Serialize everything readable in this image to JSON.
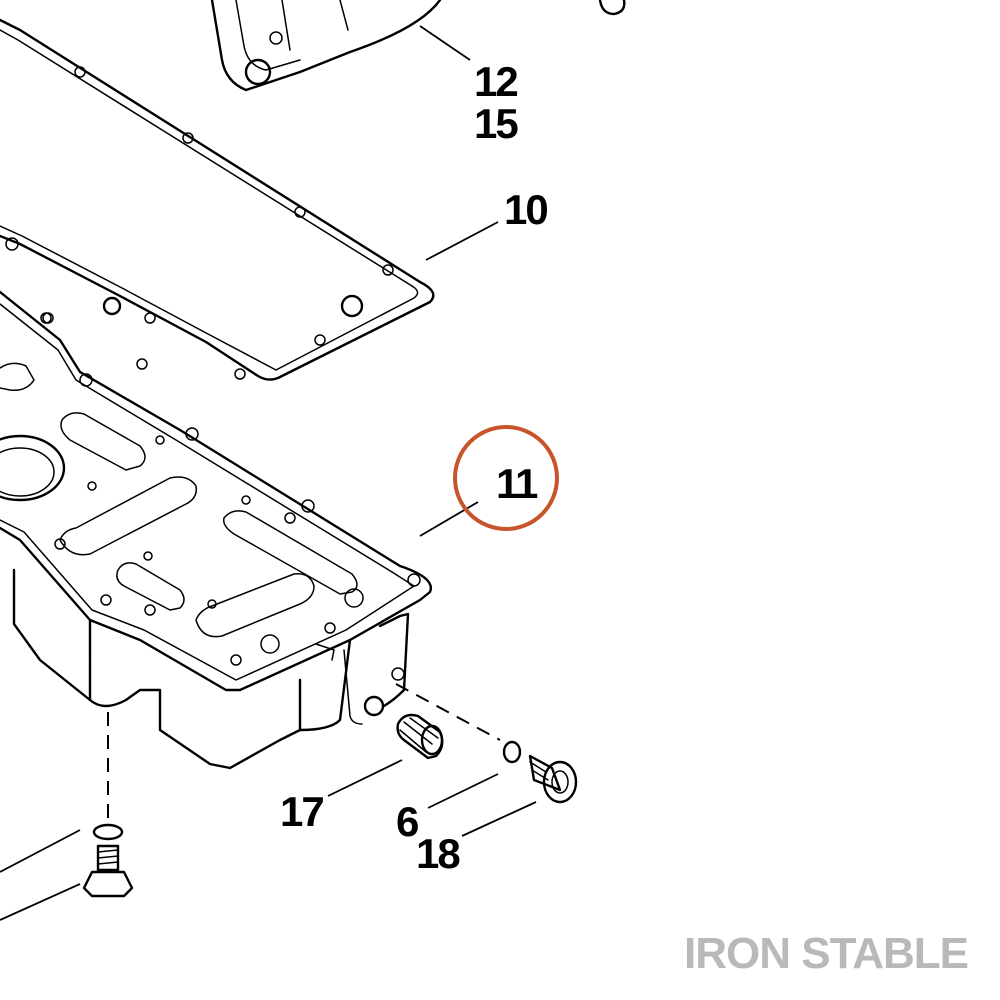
{
  "diagram": {
    "callouts": [
      {
        "id": "c12",
        "text": "12"
      },
      {
        "id": "c15",
        "text": "15"
      },
      {
        "id": "c10",
        "text": "10"
      },
      {
        "id": "c11",
        "text": "11"
      },
      {
        "id": "c17",
        "text": "17"
      },
      {
        "id": "c6",
        "text": "6"
      },
      {
        "id": "c18",
        "text": "18"
      }
    ],
    "highlighted_callout": "11",
    "highlight_color": "#C8542B",
    "line_color": "#000000"
  },
  "watermark": {
    "text": "IRON STABLE",
    "color": "#B9B9B9"
  }
}
